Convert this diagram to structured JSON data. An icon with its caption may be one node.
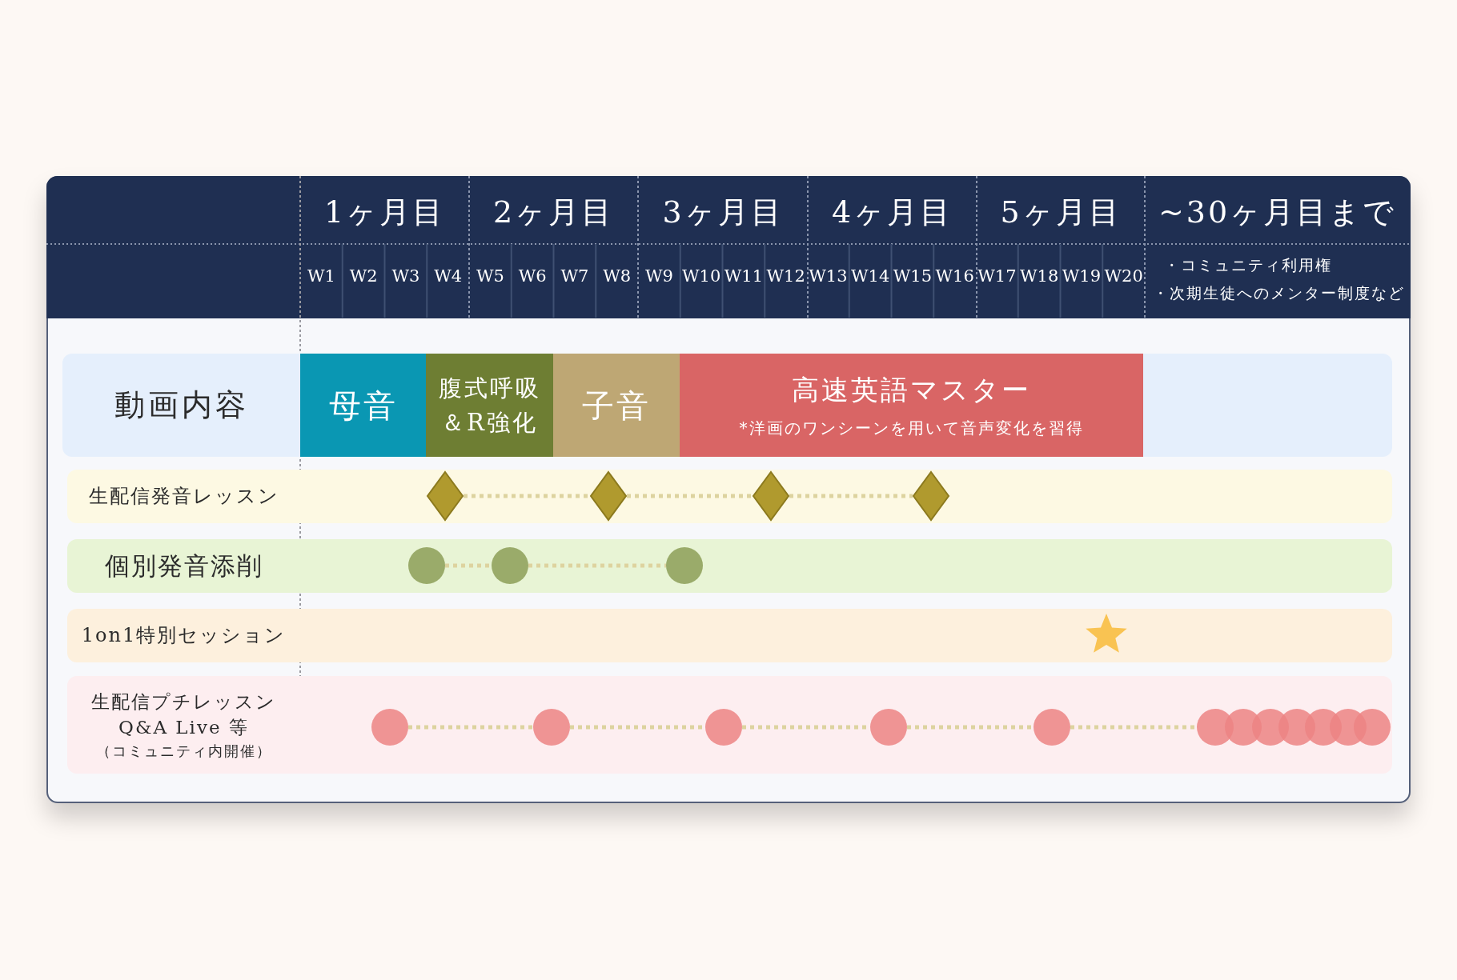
{
  "diagram": {
    "nodes": [
      {
        "text": [
          "動画内容"
        ]
      },
      {
        "text": [
          "母音"
        ],
        "in": 0
      },
      {
        "text": [
          "腹式呼吸＆R強化"
        ],
        "in": 0
      },
      {
        "text": [
          "子音"
        ],
        "in": 0
      },
      {
        "text": [
          "高速英語マスター",
          "*洋画のワンシーンを用いて音声変化を習得"
        ],
        "in": 0
      },
      {
        "text": [
          "生配信発音レッスン"
        ]
      },
      {
        "text": [],
        "shape": "diamond",
        "in": 5
      },
      {
        "text": [],
        "shape": "diamond",
        "in": 5
      },
      {
        "text": [],
        "shape": "diamond",
        "in": 5
      },
      {
        "text": [],
        "shape": "diamond",
        "in": 5
      },
      {
        "text": [
          "個別発音添削"
        ]
      },
      {
        "text": [],
        "shape": "circle",
        "in": 10
      },
      {
        "text": [],
        "shape": "circle",
        "in": 10
      },
      {
        "text": [],
        "shape": "circle",
        "in": 10
      },
      {
        "text": [
          "1on1特別セッション"
        ]
      },
      {
        "text": [],
        "shape": "star",
        "in": 14
      },
      {
        "text": [
          "生配信プチレッスン",
          "Q&A Live 等",
          "（コミュニティ内開催）"
        ]
      },
      {
        "text": [],
        "shape": "circle",
        "in": 16
      },
      {
        "text": [],
        "shape": "circle",
        "in": 16
      },
      {
        "text": [],
        "shape": "circle",
        "in": 16
      },
      {
        "text": [],
        "shape": "circle",
        "in": 16
      },
      {
        "text": [],
        "shape": "circle",
        "in": 16
      },
      {
        "text": [],
        "shape": "circle",
        "in": 16
      },
      {
        "text": [],
        "shape": "circle",
        "in": 16
      },
      {
        "text": [],
        "shape": "circle",
        "in": 16
      },
      {
        "text": [],
        "shape": "circle",
        "in": 16
      },
      {
        "text": [],
        "shape": "circle",
        "in": 16
      },
      {
        "text": [],
        "shape": "circle",
        "in": 16
      },
      {
        "text": [],
        "shape": "circle",
        "in": 16
      }
    ],
    "edges": [
      {
        "from": 6,
        "to": 7,
        "arrow": "none",
        "style": "dashed"
      },
      {
        "from": 7,
        "to": 8,
        "arrow": "none",
        "style": "dashed"
      },
      {
        "from": 8,
        "to": 9,
        "arrow": "none",
        "style": "dashed"
      },
      {
        "from": 11,
        "to": 12,
        "arrow": "none",
        "style": "dashed"
      },
      {
        "from": 12,
        "to": 13,
        "arrow": "none",
        "style": "dashed"
      },
      {
        "from": 17,
        "to": 18,
        "arrow": "none",
        "style": "dashed"
      },
      {
        "from": 18,
        "to": 19,
        "arrow": "none",
        "style": "dashed"
      },
      {
        "from": 19,
        "to": 20,
        "arrow": "none",
        "style": "dashed"
      },
      {
        "from": 20,
        "to": 21,
        "arrow": "none",
        "style": "dashed"
      },
      {
        "from": 21,
        "to": 22,
        "arrow": "none",
        "style": "dashed"
      }
    ],
    "labels": [
      "1ヶ月目",
      "2ヶ月目",
      "3ヶ月目",
      "4ヶ月目",
      "5ヶ月目",
      "~30ヶ月目まで",
      "W1",
      "W2",
      "W3",
      "W4",
      "W5",
      "W6",
      "W7",
      "W8",
      "W9",
      "W10",
      "W11",
      "W12",
      "W13",
      "W14",
      "W15",
      "W16",
      "W17",
      "W18",
      "W19",
      "W20",
      "・コミュニティ利用権",
      "・次期生徒へのメンター制度など"
    ]
  }
}
